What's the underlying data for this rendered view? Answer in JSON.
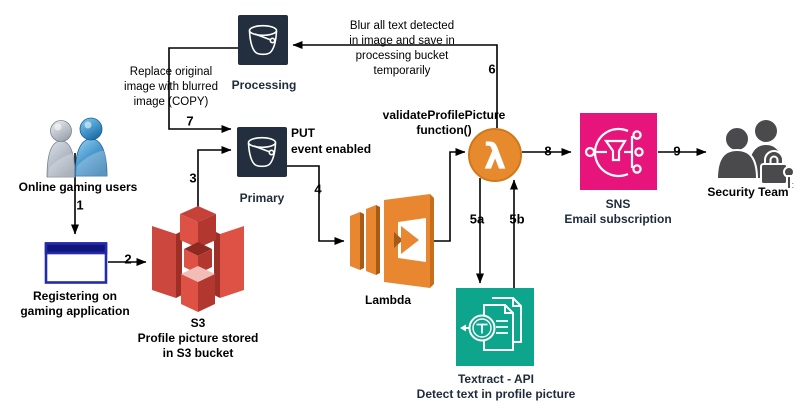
{
  "nodes": {
    "users": {
      "label": "Online gaming users"
    },
    "registration": {
      "label_lines": [
        "Registering on",
        "gaming application"
      ]
    },
    "s3": {
      "label_lines": [
        "S3",
        "Profile picture stored",
        "in S3 bucket"
      ]
    },
    "primary_bucket": {
      "label": "Primary",
      "event_note_lines": [
        "PUT",
        "event enabled"
      ]
    },
    "processing_bucket": {
      "label": "Processing"
    },
    "lambda_service": {
      "label": "Lambda"
    },
    "lambda_function": {
      "symbol": "λ",
      "label_lines": [
        "validateProfilePicture",
        "function()"
      ]
    },
    "sns": {
      "label_lines": [
        "SNS",
        "Email subscription"
      ]
    },
    "textract": {
      "label_lines": [
        "Textract - API",
        "Detect text in profile picture"
      ]
    },
    "security_team": {
      "label": "Security Team"
    }
  },
  "annotations": {
    "replace_copy": {
      "lines": [
        "Replace original",
        "image with blurred",
        "image (COPY)"
      ]
    },
    "blur_note": {
      "lines": [
        "Blur all text detected",
        "in image and save in",
        "processing bucket",
        "temporarily"
      ]
    }
  },
  "step_labels": {
    "s1": "1",
    "s2": "2",
    "s3": "3",
    "s4": "4",
    "s5a": "5a",
    "s5b": "5b",
    "s6": "6",
    "s7": "7",
    "s8": "8",
    "s9": "9"
  },
  "colors": {
    "bucket_square": "#232F3E",
    "s3_red": "#DD5245",
    "s3_red_dark": "#B2372E",
    "lambda_orange": "#E8872F",
    "lambda_circle": "#E78A2D",
    "sns_pink": "#E7157B",
    "textract_teal": "#0DA58C",
    "window_blue": "#10157E",
    "window_border": "#232BA8",
    "security_gray": "#4A4A4C",
    "connector": "#000000"
  }
}
